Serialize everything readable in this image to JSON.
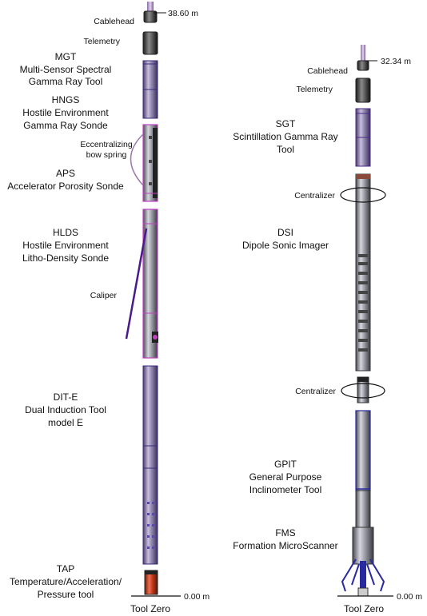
{
  "left_string": {
    "top_depth": "38.60 m",
    "bottom_depth": "0.00 m",
    "zero_label": "Tool Zero",
    "tools": [
      {
        "lines": [
          "Cablehead"
        ]
      },
      {
        "lines": [
          "Telemetry"
        ]
      },
      {
        "lines": [
          "MGT",
          "Multi-Sensor Spectral",
          "Gamma Ray Tool"
        ]
      },
      {
        "lines": [
          "HNGS",
          "Hostile Environment",
          "Gamma Ray Sonde"
        ]
      },
      {
        "lines": [
          "Eccentralizing",
          "bow spring"
        ]
      },
      {
        "lines": [
          "APS",
          "Accelerator Porosity Sonde"
        ]
      },
      {
        "lines": [
          "HLDS",
          "Hostile Environment",
          "Litho-Density Sonde"
        ]
      },
      {
        "lines": [
          "Caliper"
        ]
      },
      {
        "lines": [
          "DIT-E",
          "Dual Induction Tool",
          "model E"
        ]
      },
      {
        "lines": [
          "TAP",
          "Temperature/Acceleration/",
          "Pressure tool"
        ]
      }
    ]
  },
  "right_string": {
    "top_depth": "32.34 m",
    "bottom_depth": "0.00 m",
    "zero_label": "Tool Zero",
    "tools": [
      {
        "lines": [
          "Cablehead"
        ]
      },
      {
        "lines": [
          "Telemetry"
        ]
      },
      {
        "lines": [
          "SGT",
          "Scintillation Gamma Ray",
          "Tool"
        ]
      },
      {
        "lines": [
          "Centralizer"
        ]
      },
      {
        "lines": [
          "DSI",
          "Dipole Sonic Imager"
        ]
      },
      {
        "lines": [
          "Centralizer"
        ]
      },
      {
        "lines": [
          "GPIT",
          "General Purpose",
          "Inclinometer Tool"
        ]
      },
      {
        "lines": [
          "FMS",
          "Formation MicroScanner"
        ]
      }
    ]
  },
  "colors": {
    "tool_body": "#8f8f98",
    "tool_highlight": "#d4d4dc",
    "outline": "#222222",
    "accent_purple": "#7a3fa0",
    "accent_magenta": "#c040c0",
    "accent_blue": "#2a2aa0",
    "tap_red": "#c23a1e"
  }
}
